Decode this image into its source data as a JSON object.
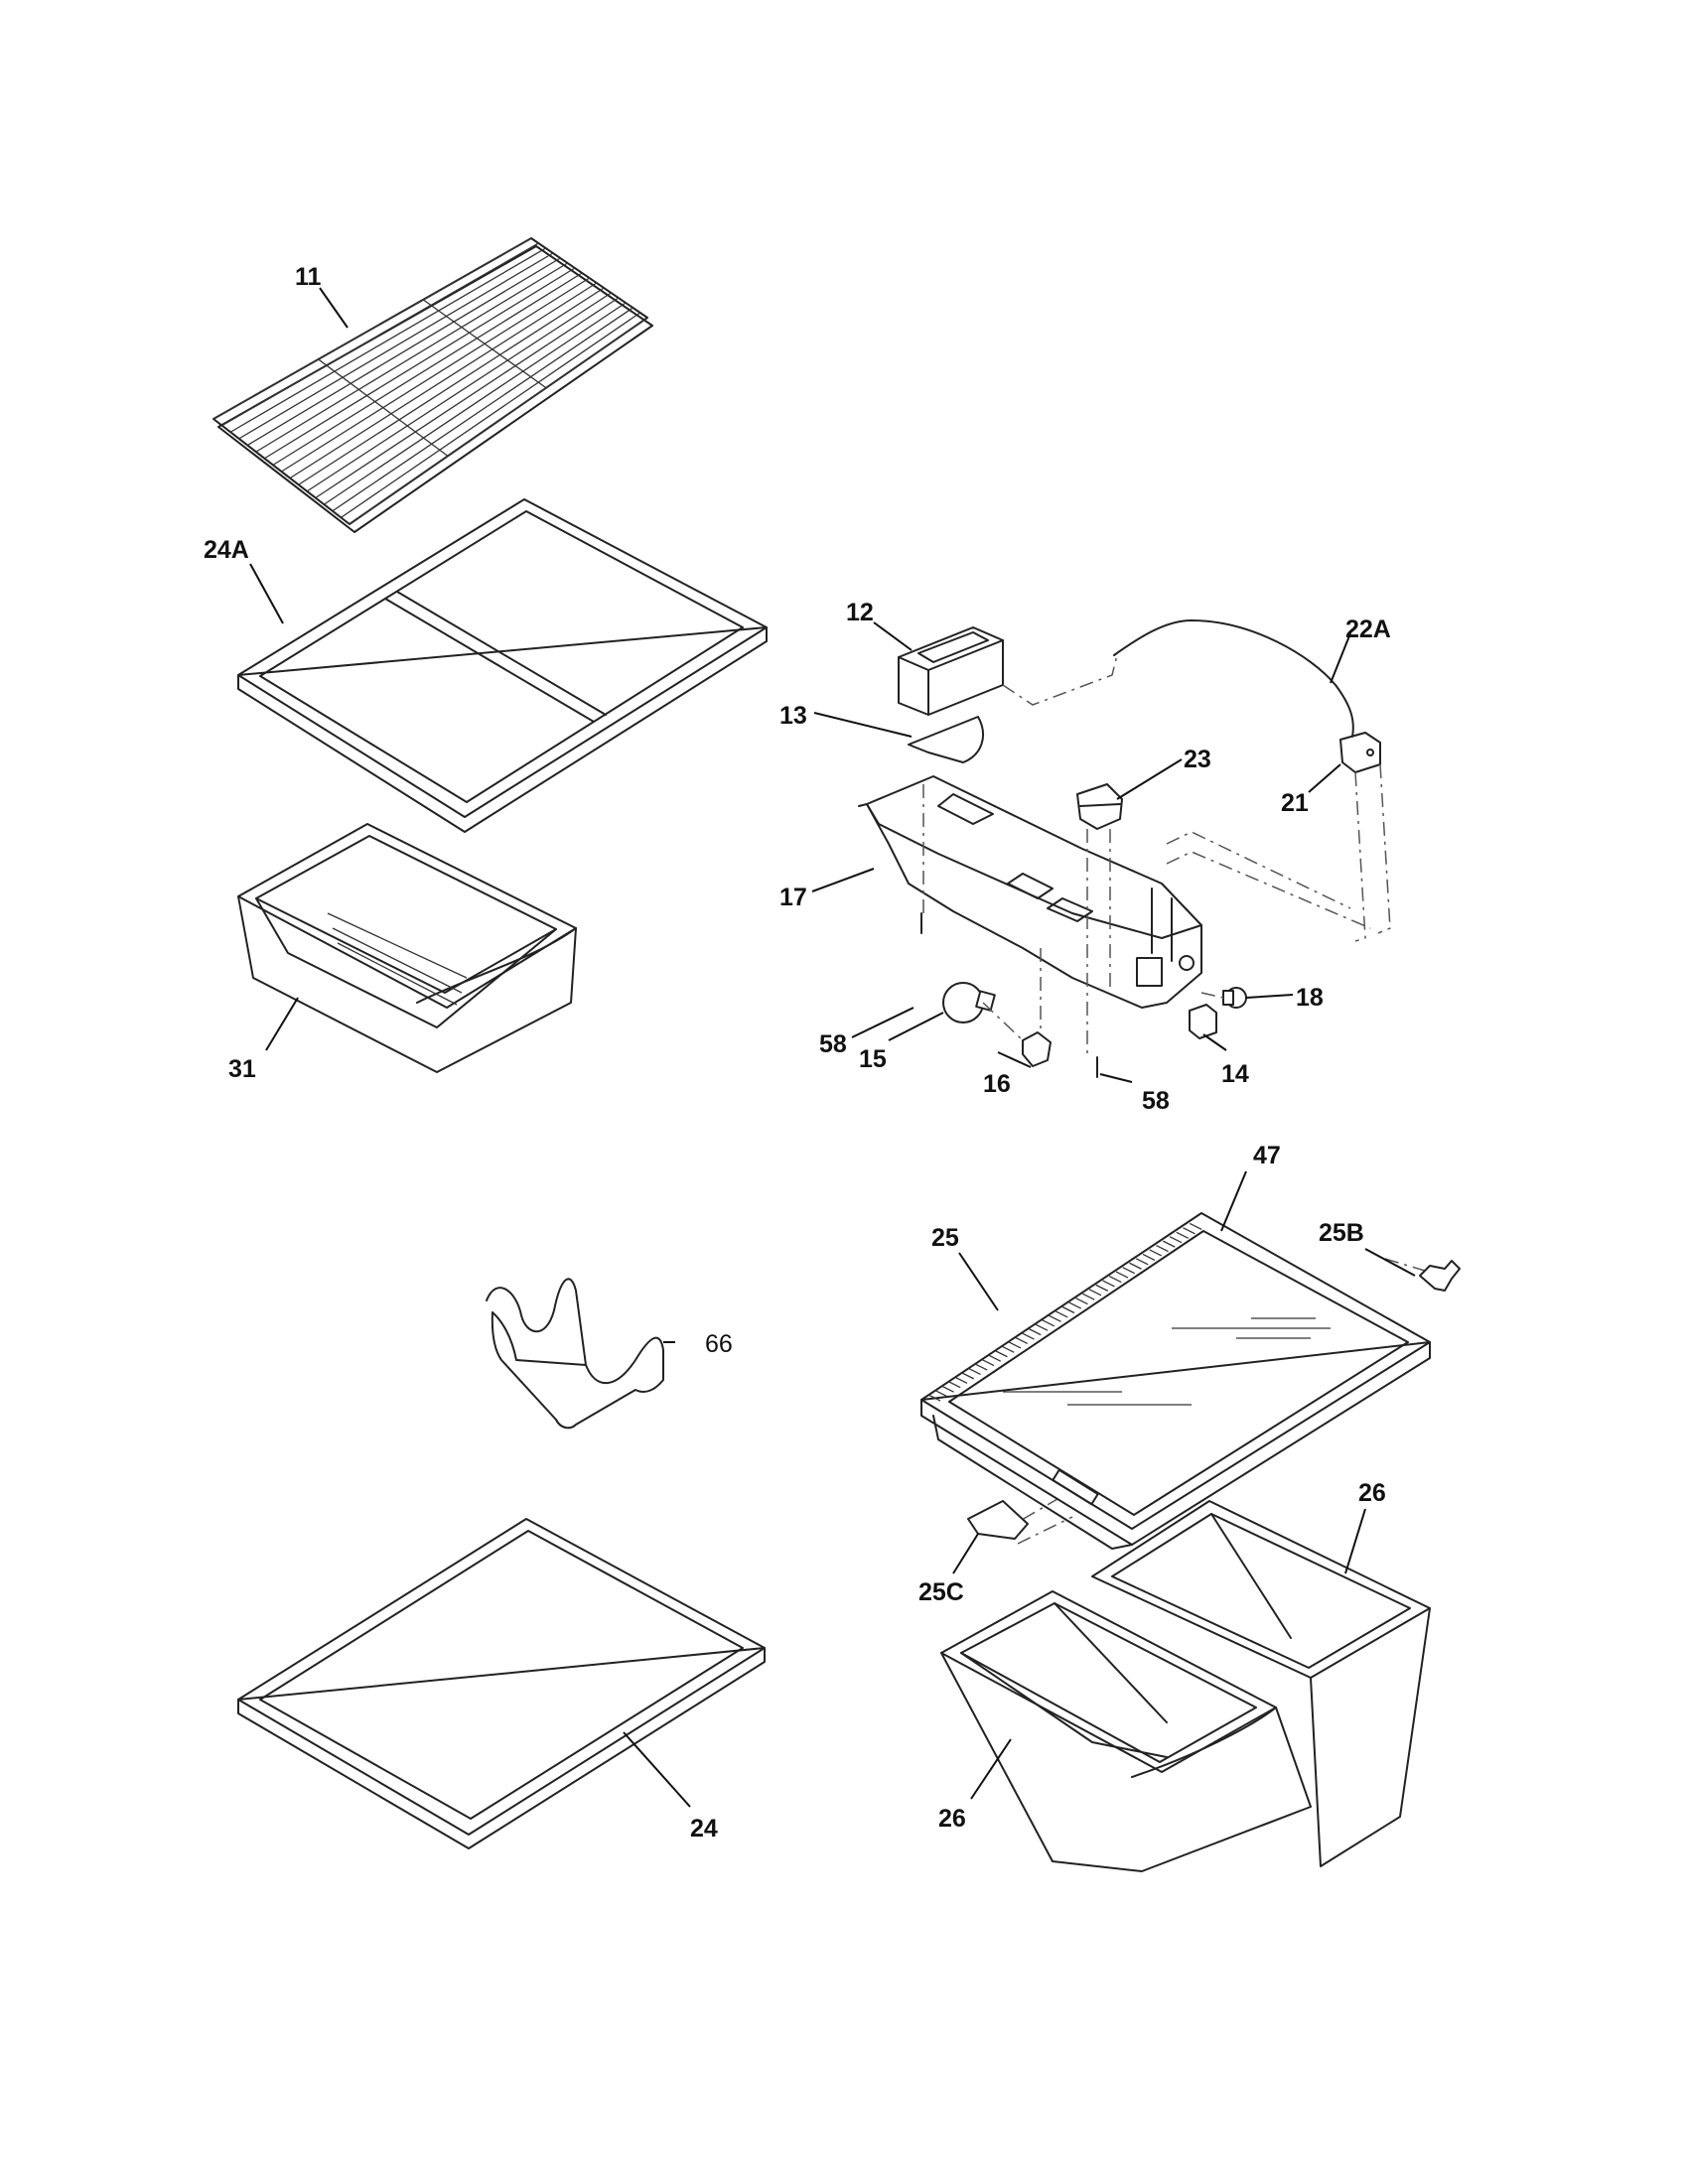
{
  "callouts": {
    "p11": "11",
    "p24A": "24A",
    "p31": "31",
    "p12": "12",
    "p22A": "22A",
    "p13": "13",
    "p23": "23",
    "p21": "21",
    "p17": "17",
    "p58a": "58",
    "p18": "18",
    "p15": "15",
    "p16": "16",
    "p14": "14",
    "p58b": "58",
    "p47": "47",
    "p25": "25",
    "p25B": "25B",
    "p66": "66",
    "p26a": "26",
    "p25C": "25C",
    "p24": "24",
    "p26b": "26"
  }
}
